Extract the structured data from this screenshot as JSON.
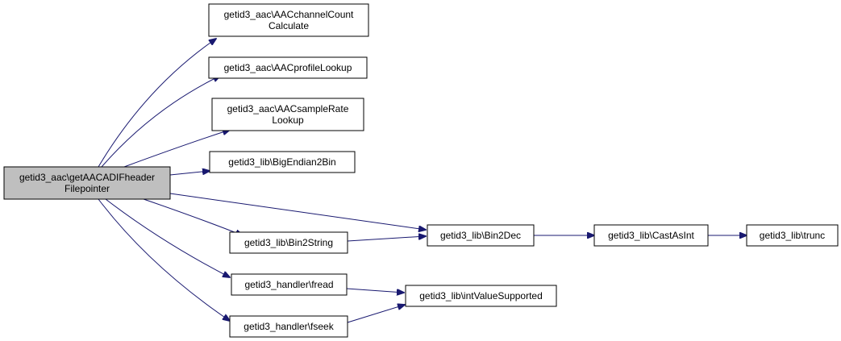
{
  "colors": {
    "edge": "#191970",
    "node_fill": "#ffffff",
    "node_border": "#000000",
    "root_fill": "#bfbfbf"
  },
  "nodes": [
    {
      "id": "root",
      "lines": [
        "getid3_aac\\getAACADIFheader",
        "Filepointer"
      ],
      "highlight": true
    },
    {
      "id": "channel_count",
      "lines": [
        "getid3_aac\\AACchannelCount",
        "Calculate"
      ]
    },
    {
      "id": "profile_lookup",
      "lines": [
        "getid3_aac\\AACprofileLookup"
      ]
    },
    {
      "id": "sample_rate",
      "lines": [
        "getid3_aac\\AACsampleRate",
        "Lookup"
      ]
    },
    {
      "id": "big_endian",
      "lines": [
        "getid3_lib\\BigEndian2Bin"
      ]
    },
    {
      "id": "bin2dec",
      "lines": [
        "getid3_lib\\Bin2Dec"
      ]
    },
    {
      "id": "cast_as_int",
      "lines": [
        "getid3_lib\\CastAsInt"
      ]
    },
    {
      "id": "trunc",
      "lines": [
        "getid3_lib\\trunc"
      ]
    },
    {
      "id": "bin2string",
      "lines": [
        "getid3_lib\\Bin2String"
      ]
    },
    {
      "id": "fread",
      "lines": [
        "getid3_handler\\fread"
      ]
    },
    {
      "id": "int_value",
      "lines": [
        "getid3_lib\\intValueSupported"
      ]
    },
    {
      "id": "fseek",
      "lines": [
        "getid3_handler\\fseek"
      ]
    }
  ],
  "edges": [
    {
      "from": "root",
      "to": "channel_count"
    },
    {
      "from": "root",
      "to": "profile_lookup"
    },
    {
      "from": "root",
      "to": "sample_rate"
    },
    {
      "from": "root",
      "to": "big_endian"
    },
    {
      "from": "root",
      "to": "bin2dec"
    },
    {
      "from": "root",
      "to": "bin2string"
    },
    {
      "from": "root",
      "to": "fread"
    },
    {
      "from": "root",
      "to": "fseek"
    },
    {
      "from": "bin2dec",
      "to": "cast_as_int"
    },
    {
      "from": "cast_as_int",
      "to": "trunc"
    },
    {
      "from": "bin2string",
      "to": "bin2dec"
    },
    {
      "from": "fread",
      "to": "int_value"
    },
    {
      "from": "fseek",
      "to": "int_value"
    }
  ]
}
